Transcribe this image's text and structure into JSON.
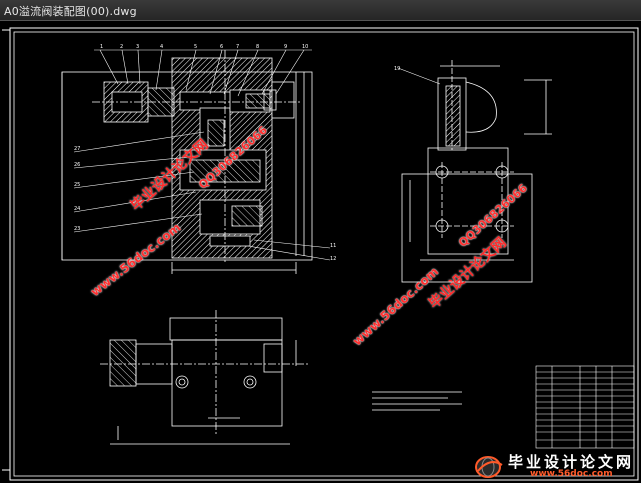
{
  "window": {
    "title": "A0溢流阀装配图(00).dwg"
  },
  "watermarks": {
    "site_cn": "毕业设计论文网",
    "url": "www.56doc.com",
    "qq": "QQ306826066"
  },
  "logo": {
    "cn": "毕业设计论文网",
    "url": "www.56doc.com"
  },
  "part_numbers_top": [
    "1",
    "2",
    "3",
    "4",
    "5",
    "6",
    "7",
    "8",
    "9",
    "10"
  ],
  "part_numbers_left": [
    "27",
    "26",
    "25",
    "24",
    "23"
  ],
  "part_numbers_right": [
    "11",
    "12"
  ],
  "side_view_label": "19",
  "colors": {
    "background": "#000000",
    "line": "#ffffff",
    "watermark": "#ff2a2a"
  }
}
